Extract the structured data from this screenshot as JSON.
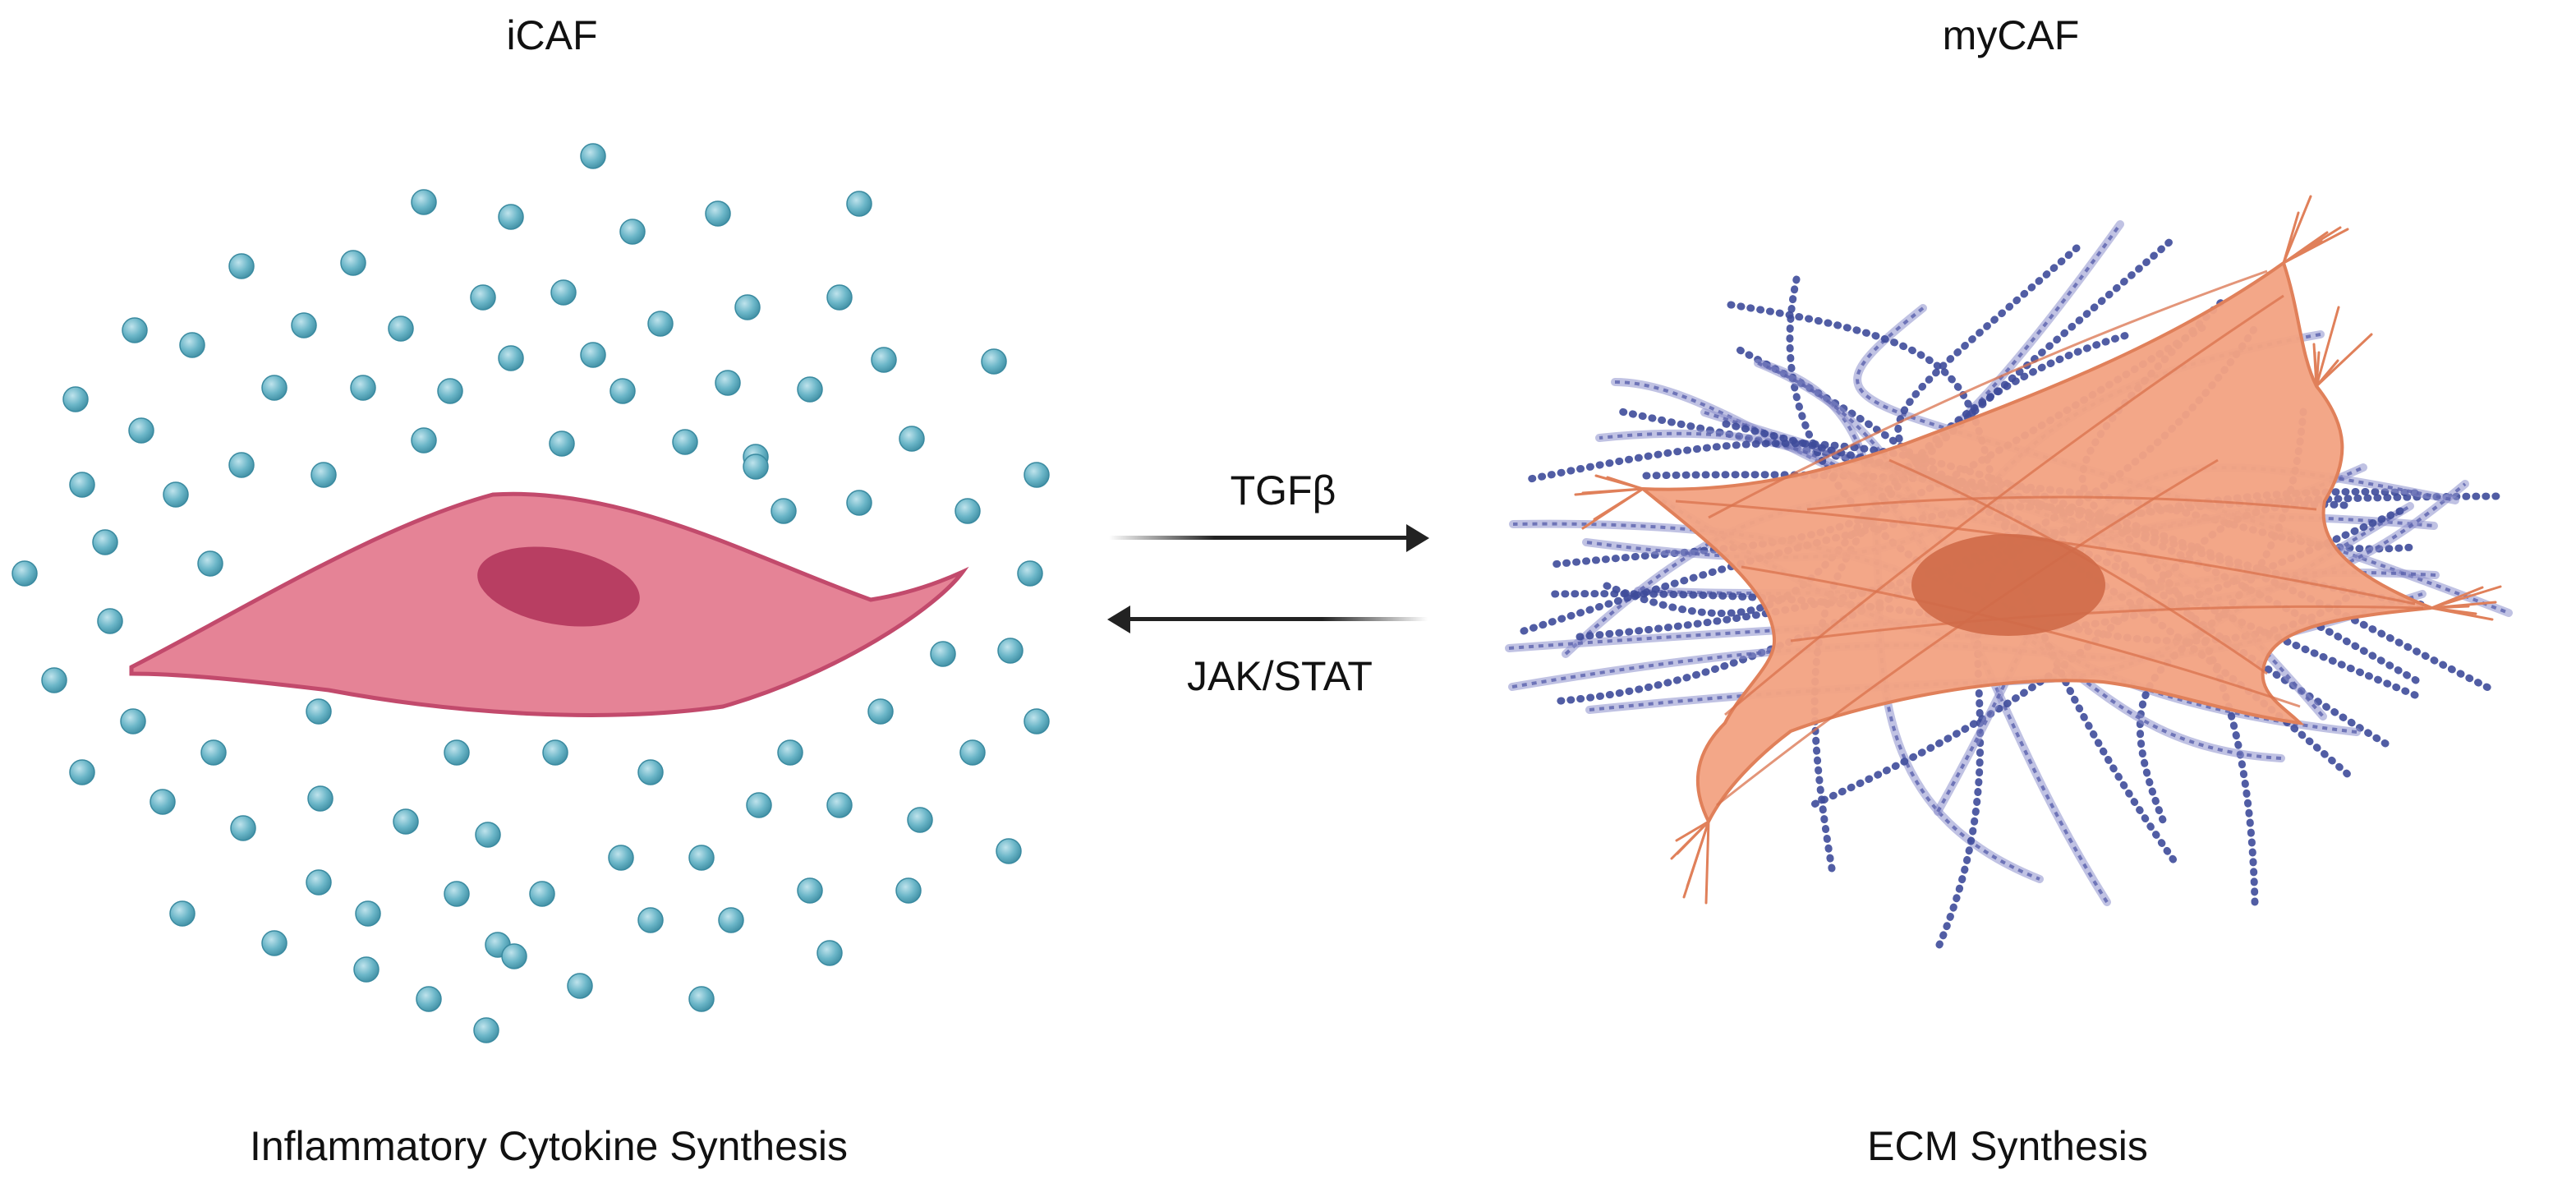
{
  "left_panel": {
    "title": "iCAF",
    "caption": "Inflammatory Cytokine Synthesis",
    "cell_color": "#e58396",
    "nucleus_color": "#b83e62",
    "cytokine_color": "#6bb6c8"
  },
  "right_panel": {
    "title": "myCAF",
    "caption": "ECM Synthesis",
    "cell_color": "#f2a383",
    "nucleus_color": "#cf6a48",
    "fiber_color": "#4a55a0"
  },
  "arrows": {
    "forward_label": "TGFβ",
    "reverse_label": "JAK/STAT",
    "color": "#222222"
  }
}
